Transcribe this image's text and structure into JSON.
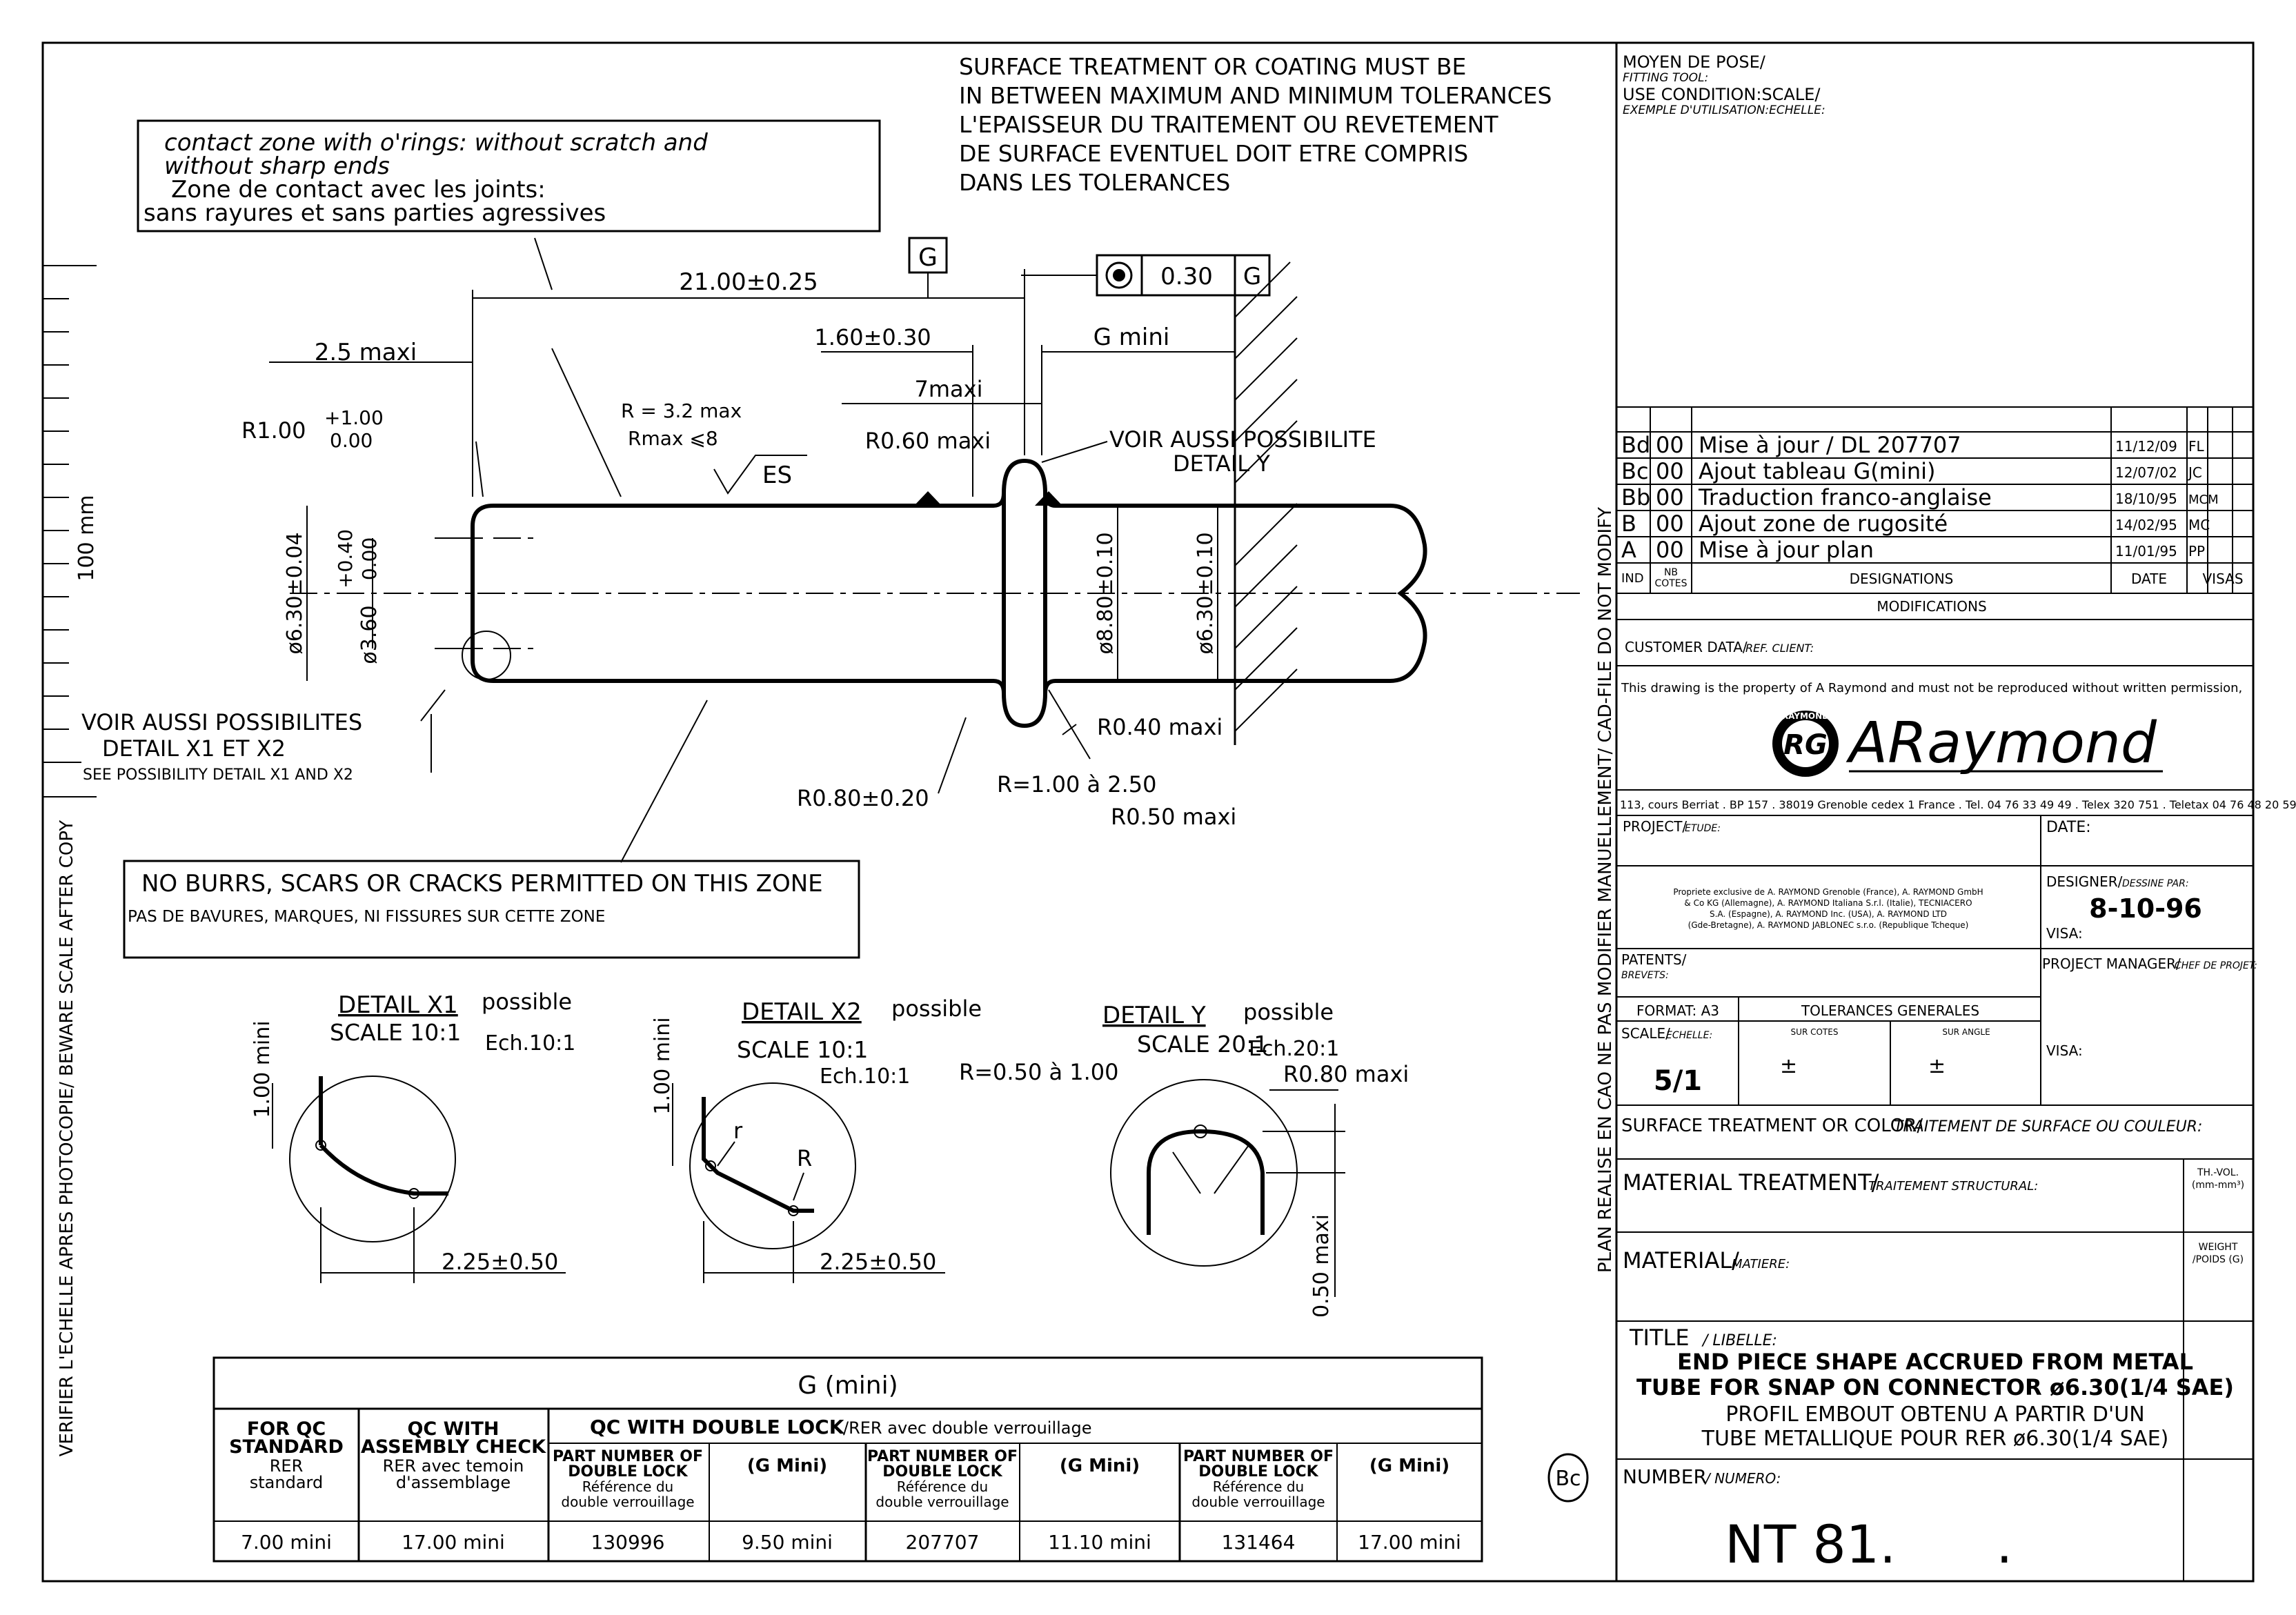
{
  "notes": {
    "surface_treatment": [
      "SURFACE TREATMENT OR COATING MUST BE",
      "IN BETWEEN MAXIMUM AND MINIMUM TOLERANCES",
      "L'EPAISSEUR DU TRAITEMENT OU REVETEMENT",
      "DE SURFACE EVENTUEL DOIT ETRE COMPRIS",
      "DANS LES TOLERANCES"
    ],
    "contact_zone": [
      "contact zone with o'rings: without scratch and",
      "without sharp ends",
      "Zone de contact avec les joints:",
      "sans rayures et sans parties agressives"
    ],
    "no_burrs_en": "NO BURRS, SCARS OR CRACKS PERMITTED ON THIS ZONE",
    "no_burrs_fr": "PAS DE BAVURES, MARQUES, NI FISSURES SUR CETTE ZONE",
    "voir_x": [
      "VOIR AUSSI POSSIBILITES",
      "DETAIL X1 ET X2",
      "SEE POSSIBILITY DETAIL X1 AND X2"
    ],
    "voir_y": [
      "VOIR AUSSI POSSIBILITE",
      "DETAIL Y"
    ],
    "margin_left": "VERIFIER L'ECHELLE APRES PHOTOCOPIE/ BEWARE SCALE AFTER COPY",
    "margin_right": "PLAN REALISE EN CAO NE PAS MODIFIER MANUELLEMENT/ CAD-FILE DO NOT MODIFY",
    "scale_bar": "100 mm",
    "rev_marker": "Bc"
  },
  "dimensions": {
    "length": "21.00±0.25",
    "datum": "G",
    "coaxiality_tol": "0.30",
    "coaxiality_ref": "G",
    "offset": "1.60±0.30",
    "g_mini": "G mini",
    "seven_maxi": "7maxi",
    "r060": "R0.60 maxi",
    "two_five": "2.5 maxi",
    "r100": "R1.00",
    "r100_plus": "+1.00",
    "r100_minus": "0.00",
    "r_32": "R = 3.2 max",
    "rmax": "Rmax ⩽8",
    "es": "ES",
    "d630_a": "ø6.30±0.04",
    "d360": "ø3.60",
    "d360_plus": "+0.40",
    "d360_minus": "0.00",
    "d880": "ø8.80±0.10",
    "d630_b": "ø6.30±0.10",
    "r040": "R0.40 maxi",
    "r080": "R0.80±0.20",
    "r_range": "R=1.00 à 2.50",
    "r050": "R0.50 maxi"
  },
  "details": {
    "x1": {
      "title": "DETAIL X1",
      "suffix": "possible",
      "scale": "SCALE 10:1",
      "ech": "Ech.10:1",
      "height": "1.00 mini",
      "width": "2.25±0.50"
    },
    "x2": {
      "title": "DETAIL X2",
      "suffix": "possible",
      "scale": "SCALE 10:1",
      "ech": "Ech.10:1",
      "height": "1.00 mini",
      "width": "2.25±0.50",
      "r_small": "r",
      "r_big": "R"
    },
    "y": {
      "title": "DETAIL Y",
      "suffix": "possible",
      "scale": "SCALE 20:1",
      "ech": "Ech.20:1",
      "r_range": "R=0.50 à 1.00",
      "r080": "R0.80 maxi",
      "depth": "0.50 maxi"
    }
  },
  "g_table": {
    "title": "G (mini)",
    "col_std_head": [
      "FOR QC",
      "STANDARD"
    ],
    "col_std_sub": [
      "RER",
      "standard"
    ],
    "col_asm_head": [
      "QC WITH",
      "ASSEMBLY CHECK"
    ],
    "col_asm_sub": [
      "RER avec temoin",
      "d'assemblage"
    ],
    "double_head": "QC WITH DOUBLE LOCK",
    "double_sub": "/RER avec double verrouillage",
    "pn_head": [
      "PART NUMBER OF",
      "DOUBLE LOCK"
    ],
    "pn_sub": [
      "Référence du",
      "double verrouillage"
    ],
    "gmini_head": "(G Mini)",
    "row": [
      "7.00 mini",
      "17.00 mini",
      "130996",
      "9.50 mini",
      "207707",
      "11.10 mini",
      "131464",
      "17.00 mini"
    ]
  },
  "title_block": {
    "moyen": "MOYEN DE POSE/",
    "fitting": "FITTING TOOL:",
    "use_cond": "USE CONDITION:SCALE/",
    "exemple": "EXEMPLE D'UTILISATION:ECHELLE:",
    "revisions": [
      [
        "Bd",
        "00",
        "Mise à jour / DL 207707",
        "11/12/09",
        "FL"
      ],
      [
        "Bc",
        "00",
        "Ajout tableau G(mini)",
        "12/07/02",
        "JC"
      ],
      [
        "Bb",
        "00",
        "Traduction franco-anglaise",
        "18/10/95",
        "MCM"
      ],
      [
        "B",
        "00",
        "Ajout zone de rugosité",
        "14/02/95",
        "MC"
      ],
      [
        "A",
        "00",
        "Mise à jour plan",
        "11/01/95",
        "PP"
      ]
    ],
    "rev_head": [
      "IND",
      "NB",
      "COTES",
      "DESIGNATIONS",
      "DATE",
      "VISAS"
    ],
    "modifications": "MODIFICATIONS",
    "customer": "CUSTOMER DATA/",
    "customer_fr": "REF. CLIENT:",
    "property": "This drawing is the property of A Raymond and must not be reproduced without written permission,",
    "brand": "ARaymond",
    "logo_letters": "RG",
    "logo_ring": "RAYMOND",
    "address": "113, cours Berriat . BP 157 . 38019 Grenoble cedex 1 France . Tel. 04 76 33 49 49 . Telex 320 751 . Teletax 04 76 48 20 59",
    "project": "PROJECT/",
    "project_fr": "ETUDE:",
    "date": "DATE:",
    "owners": [
      "Propriete exclusive de A. RAYMOND Grenoble (France), A. RAYMOND GmbH",
      "& Co KG (Allemagne), A. RAYMOND Italiana S.r.l. (Italie), TECNIACERO",
      "S.A. (Espagne), A. RAYMOND Inc. (USA), A. RAYMOND LTD",
      "(Gde-Bretagne), A. RAYMOND JABLONEC s.r.o. (Republique Tcheque)"
    ],
    "designer": "DESIGNER/",
    "designer_fr": "DESSINE PAR:",
    "designer_date": "8-10-96",
    "visa": "VISA:",
    "patents": "PATENTS/",
    "brevets": "BREVETS:",
    "pm": "PROJECT MANAGER/",
    "pm_fr": "CHEF DE PROJET:",
    "format": "FORMAT: A3",
    "tolerances": "TOLERANCES GENERALES",
    "scale": "SCALE/",
    "scale_fr": "ECHELLE:",
    "sur_cotes": "SUR COTES",
    "sur_angle": "SUR ANGLE",
    "scale_val": "5/1",
    "pm_sign": "±",
    "surface": "SURFACE TREATMENT OR COLOR/",
    "surface_fr": "TRAITEMENT DE SURFACE OU COULEUR:",
    "mat_treat": "MATERIAL TREATMENT/",
    "mat_treat_fr": "TRAITEMENT STRUCTURAL:",
    "thvol": [
      "TH.-VOL.",
      "(mm-mm³)"
    ],
    "material": "MATERIAL/",
    "material_fr": "MATIERE:",
    "weight": [
      "WEIGHT",
      "/POIDS (G)"
    ],
    "title": "TITLE",
    "title_fr": "/ LIBELLE:",
    "title_en": [
      "END PIECE SHAPE ACCRUED FROM METAL",
      "TUBE FOR SNAP ON CONNECTOR ø6.30(1/4 SAE)"
    ],
    "title_fr_lines": [
      "PROFIL EMBOUT OBTENU A PARTIR D'UN",
      "TUBE METALLIQUE POUR RER ø6.30(1/4 SAE)"
    ],
    "number": "NUMBER",
    "number_fr": "/ NUMERO:",
    "number_val": "NT 81.      ."
  }
}
